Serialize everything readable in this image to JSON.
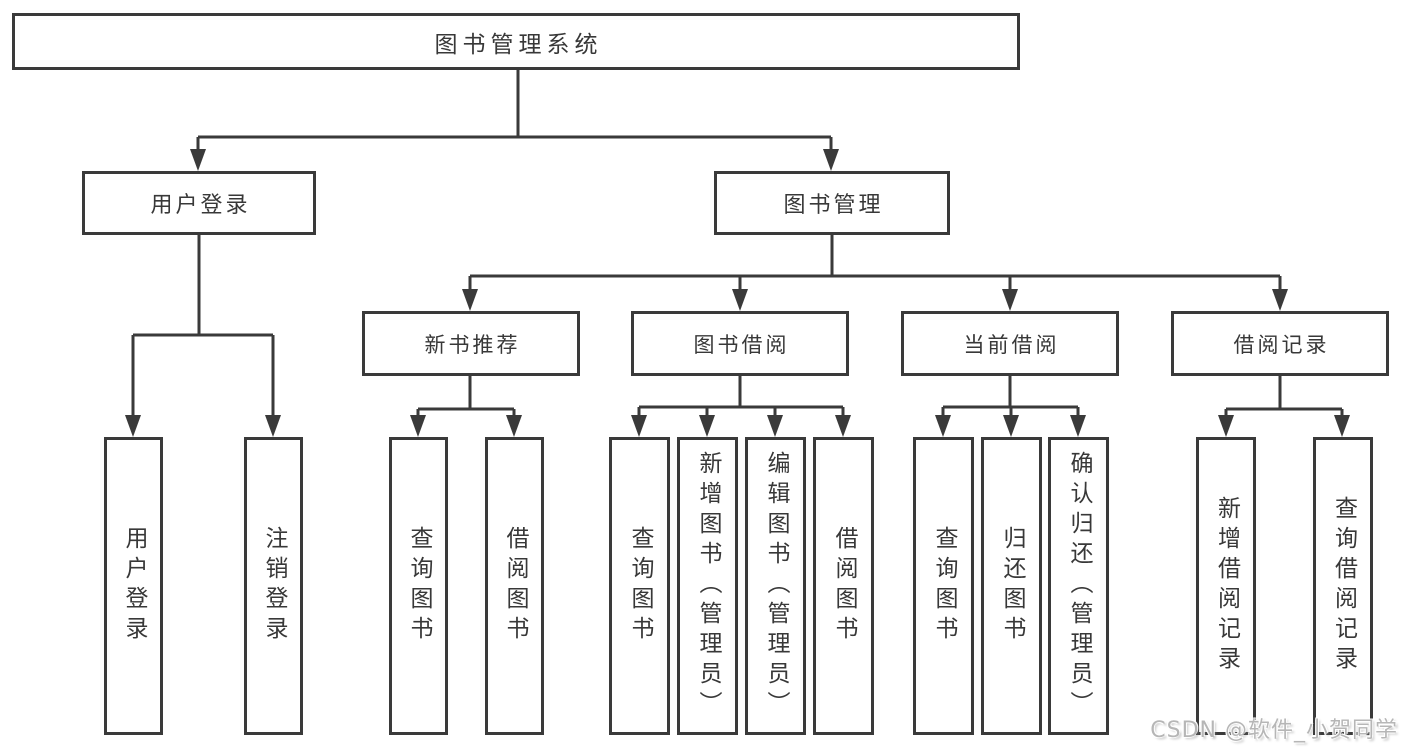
{
  "tree": {
    "root": {
      "label": "图书管理系统"
    },
    "branches": [
      {
        "label": "用户登录",
        "children": [
          {
            "label": "用户登录"
          },
          {
            "label": "注销登录"
          }
        ]
      },
      {
        "label": "图书管理",
        "children": [
          {
            "label": "新书推荐",
            "children": [
              {
                "label": "查询图书"
              },
              {
                "label": "借阅图书"
              }
            ]
          },
          {
            "label": "图书借阅",
            "children": [
              {
                "label": "查询图书"
              },
              {
                "label": "新增图书（管理员）"
              },
              {
                "label": "编辑图书（管理员）"
              },
              {
                "label": "借阅图书"
              }
            ]
          },
          {
            "label": "当前借阅",
            "children": [
              {
                "label": "查询图书"
              },
              {
                "label": "归还图书"
              },
              {
                "label": "确认归还（管理员）"
              }
            ]
          },
          {
            "label": "借阅记录",
            "children": [
              {
                "label": "新增借阅记录"
              },
              {
                "label": "查询借阅记录"
              }
            ]
          }
        ]
      }
    ]
  },
  "watermark": {
    "text": "CSDN @软件_小贺同学",
    "color": "#b6b6b6"
  },
  "colors": {
    "line": "#3a3a3a",
    "text": "#383838",
    "background": "#ffffff"
  }
}
